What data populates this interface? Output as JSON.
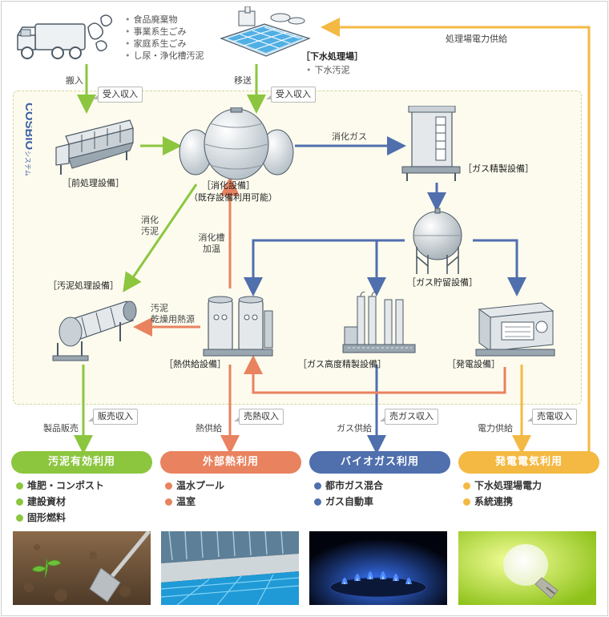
{
  "brand": {
    "main": "COSBIO",
    "sub": "システム"
  },
  "sources": {
    "waste_items": [
      "食品廃棄物",
      "事業系生ごみ",
      "家庭系生ごみ",
      "し尿・浄化槽汚泥"
    ],
    "sewage_title": "［下水処理場］",
    "sewage_items": [
      "下水汚泥"
    ]
  },
  "flow_labels": {
    "carry_in": "搬入",
    "transfer": "移送",
    "digestion_gas": "消化ガス",
    "digested_sludge_1": "消化",
    "digested_sludge_2": "汚泥",
    "digester_heating_1": "消化槽",
    "digester_heating_2": "加温",
    "sludge_dry_heat_1": "汚泥",
    "sludge_dry_heat_2": "乾燥用熱源",
    "product_sales": "製品販売",
    "heat_supply": "熱供給",
    "gas_supply": "ガス供給",
    "power_supply": "電力供給",
    "plant_power_supply": "処理場電力供給"
  },
  "badges": {
    "receipt_1": "受入収入",
    "receipt_2": "受入収入",
    "sales": "販売収入",
    "heat_sales": "売熱収入",
    "gas_sales": "売ガス収入",
    "power_sales": "売電収入"
  },
  "facilities": {
    "pretreatment": "［前処理設備］",
    "digestion": "［消化設備］",
    "digestion_note": "（既存設備利用可能）",
    "gas_refining": "［ガス精製設備］",
    "gas_storage": "［ガス貯留設備］",
    "sludge_treatment": "［汚泥処理設備］",
    "heat_supply": "［熱供給設備］",
    "gas_upgrading": "［ガス高度精製設備］",
    "power_generation": "［発電設備］"
  },
  "categories": [
    {
      "title": "汚泥有効利用",
      "color": "#8cc63f",
      "items": [
        "堆肥・コンポスト",
        "建設資材",
        "固形燃料"
      ]
    },
    {
      "title": "外部熱利用",
      "color": "#e9825f",
      "items": [
        "温水プール",
        "温室"
      ]
    },
    {
      "title": "バイオガス利用",
      "color": "#4f6fad",
      "items": [
        "都市ガス混合",
        "ガス自動車"
      ]
    },
    {
      "title": "発電電気利用",
      "color": "#f4b942",
      "items": [
        "下水処理場電力",
        "系統連携"
      ]
    }
  ],
  "colors": {
    "green": "#8cc63f",
    "orange": "#e9825f",
    "blue": "#4f6fad",
    "yellow": "#f4b942"
  }
}
